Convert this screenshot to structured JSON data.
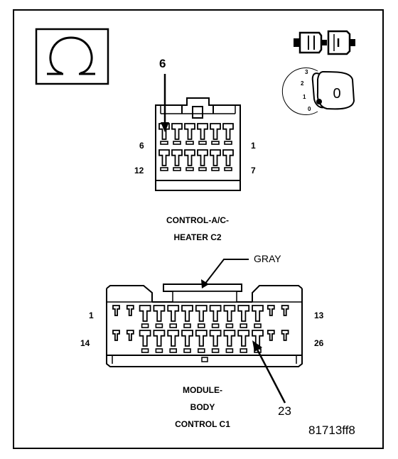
{
  "icons": {
    "ohmmeter": "omega-ohm-icon",
    "disconnect": "connector-disconnect-icon",
    "ignition": "ignition-key-icon"
  },
  "ignition_switch": {
    "positions": [
      "3",
      "2",
      "1",
      "0"
    ],
    "key_label": "0"
  },
  "connector_c2": {
    "callout": "6",
    "pins": {
      "top_left": "6",
      "top_right": "1",
      "bottom_left": "12",
      "bottom_right": "7"
    },
    "title_line1": "CONTROL-A/C-",
    "title_line2": "HEATER C2"
  },
  "connector_c1": {
    "color_label": "GRAY",
    "callout": "23",
    "pins": {
      "top_left": "1",
      "top_right": "13",
      "bottom_left": "14",
      "bottom_right": "26"
    },
    "title_line1": "MODULE-",
    "title_line2": "BODY",
    "title_line3": "CONTROL C1"
  },
  "figure_id": "81713ff8"
}
